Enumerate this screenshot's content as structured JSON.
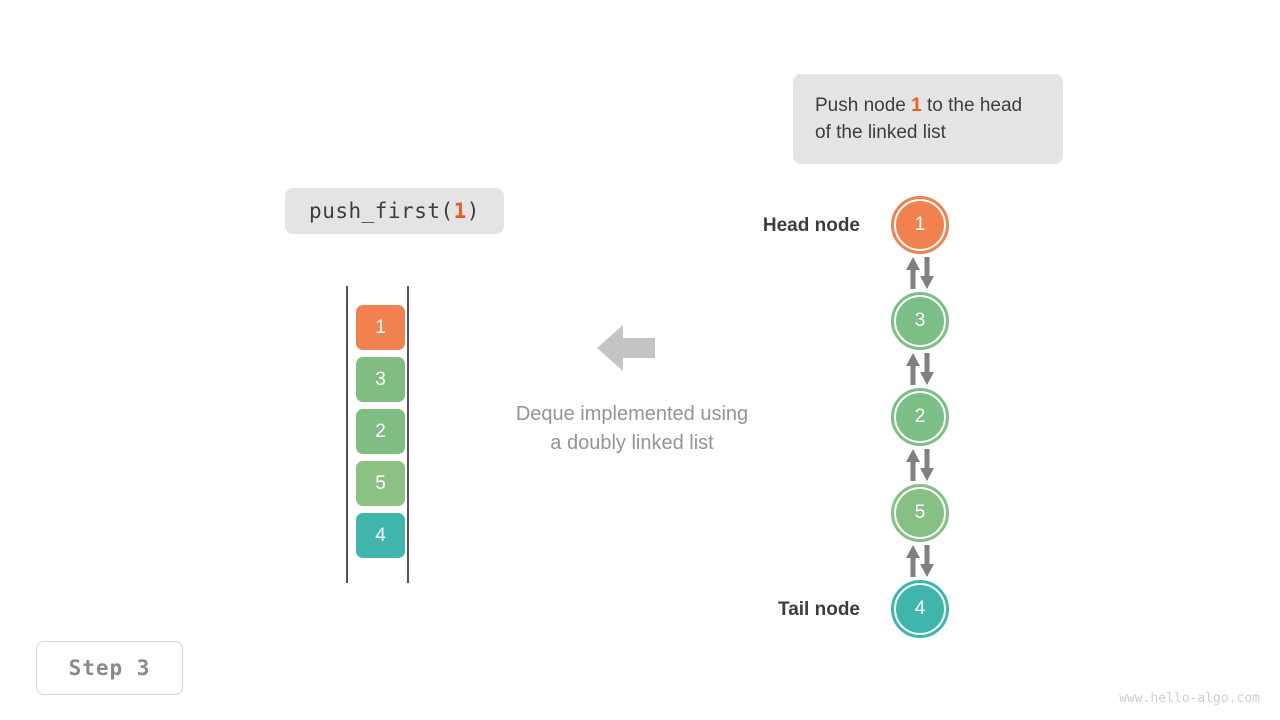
{
  "callout": {
    "text_before": "Push node ",
    "accent": "1",
    "text_after": " to the head of the linked list"
  },
  "code_chip": {
    "prefix": "push_first(",
    "arg": "1",
    "suffix": ")"
  },
  "array": {
    "cells": [
      {
        "value": "1",
        "color": "#f1814e"
      },
      {
        "value": "3",
        "color": "#81bd83"
      },
      {
        "value": "2",
        "color": "#81bd83"
      },
      {
        "value": "5",
        "color": "#8cc183"
      },
      {
        "value": "4",
        "color": "#3fb5ae"
      }
    ]
  },
  "center": {
    "arrow_icon": "arrow-left-icon",
    "caption_line1": "Deque implemented using",
    "caption_line2": "a doubly linked list"
  },
  "linked_list": {
    "head_label": "Head node",
    "tail_label": "Tail node",
    "nodes": [
      {
        "value": "1",
        "color": "#f1814e"
      },
      {
        "value": "3",
        "color": "#7cbe86"
      },
      {
        "value": "2",
        "color": "#7cbe86"
      },
      {
        "value": "5",
        "color": "#86c084"
      },
      {
        "value": "4",
        "color": "#3fb5ae"
      }
    ],
    "connector_color": "#808080"
  },
  "step_badge": {
    "label": "Step 3"
  },
  "watermark": {
    "text": "www.hello-algo.com"
  },
  "colors": {
    "accent_orange": "#ec5b21",
    "node_green": "#7cbe86",
    "node_teal": "#3fb5ae",
    "chip_bg": "#e4e4e4",
    "caption_gray": "#949494"
  }
}
